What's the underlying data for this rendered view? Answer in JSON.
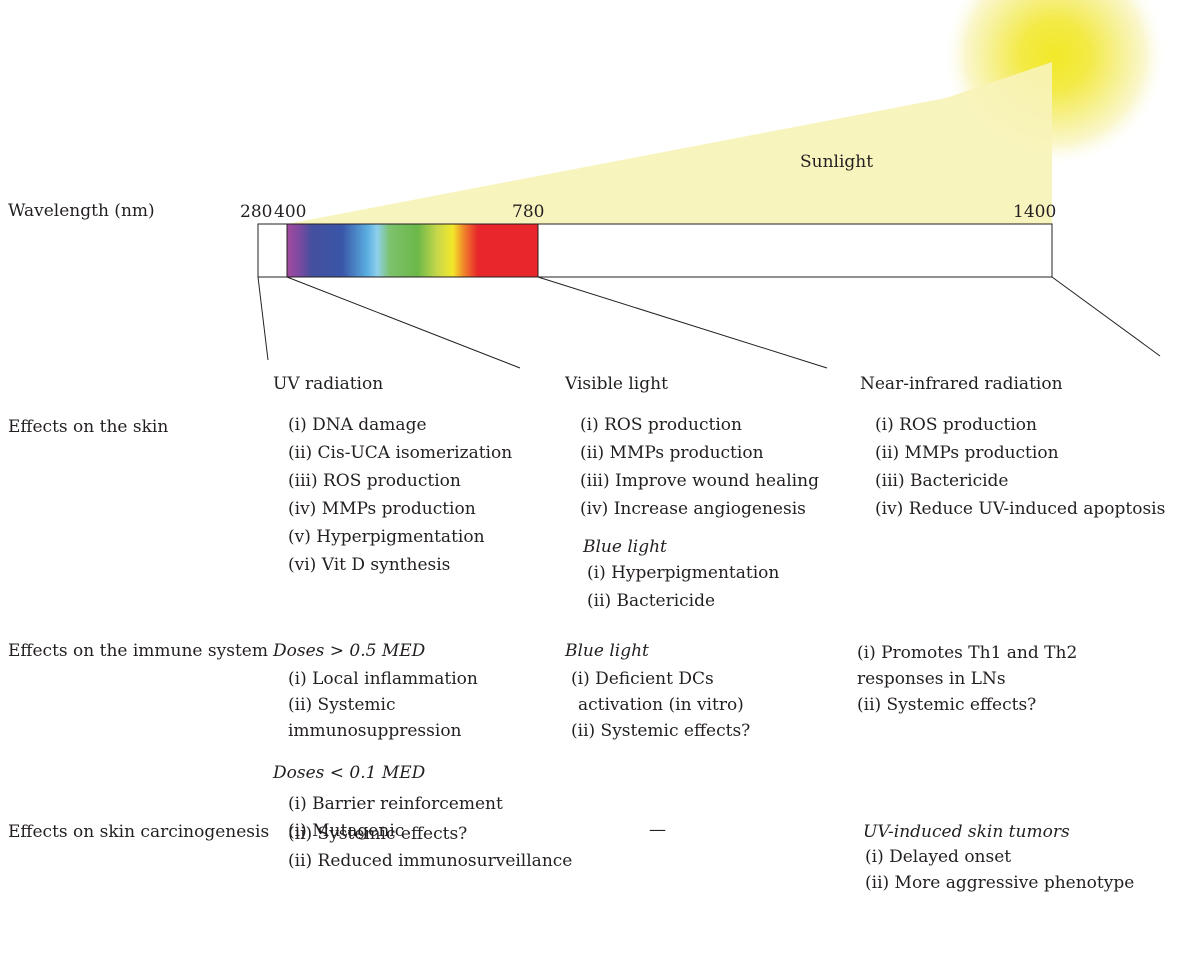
{
  "sun_label": "Sunlight",
  "wavelength_title": "Wavelength (nm)",
  "wavelengths": [
    "280",
    "400",
    "780",
    "1400"
  ],
  "columns": {
    "uv": "UV radiation",
    "visible": "Visible light",
    "nir": "Near-infrared radiation"
  },
  "rows": {
    "skin": "Effects on the skin",
    "immune": "Effects on the immune system",
    "carcino": "Effects on skin carcinogenesis"
  },
  "skin": {
    "uv": [
      "(i) DNA damage",
      "(ii) Cis-UCA isomerization",
      "(iii) ROS production",
      "(iv) MMPs production",
      "(v) Hyperpigmentation",
      "(vi) Vit D synthesis"
    ],
    "visible": [
      "(i) ROS production",
      "(ii) MMPs production",
      "(iii) Improve wound healing",
      "(iv) Increase angiogenesis"
    ],
    "visible_blue_title": "Blue light",
    "visible_blue": [
      "(i) Hyperpigmentation",
      "(ii) Bactericide"
    ],
    "nir": [
      "(i) ROS production",
      "(ii) MMPs production",
      "(iii) Bactericide",
      "(iv) Reduce UV-induced apoptosis"
    ]
  },
  "immune": {
    "uv_high_title": "Doses > 0.5 MED",
    "uv_high": [
      "(i) Local inflammation",
      "(ii) Systemic",
      "immunosuppression"
    ],
    "uv_low_title": "Doses < 0.1 MED",
    "uv_low": [
      "(i) Barrier reinforcement",
      "(ii) Systemic effects?"
    ],
    "visible_title": "Blue light",
    "visible": [
      "(i) Deficient DCs",
      "activation (in vitro)",
      "(ii) Systemic effects?"
    ],
    "nir": [
      "(i) Promotes Th1 and Th2",
      "responses in LNs",
      "(ii) Systemic effects?"
    ]
  },
  "carcino": {
    "uv": [
      "(i) Mutagenic",
      "(ii) Reduced immunosurveillance"
    ],
    "visible": "—",
    "nir_title": "UV-induced skin tumors",
    "nir": [
      "(i) Delayed onset",
      "(ii) More aggressive phenotype"
    ]
  },
  "colors": {
    "sun_core": "#f2e831",
    "sun_halo": "#f7f3b8",
    "beam": "#f7f3b8",
    "outline": "#231f20",
    "red_band": "#e8262b"
  }
}
